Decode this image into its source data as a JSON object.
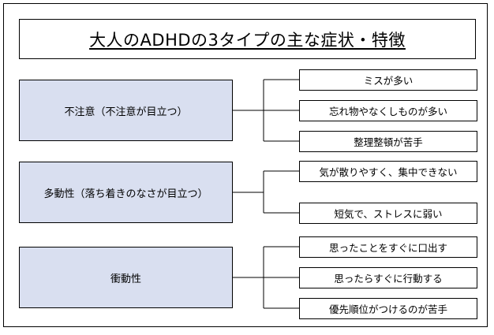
{
  "title": "大人のADHDの3タイプの主な症状・特徴",
  "colors": {
    "category_fill": "#d9dff0",
    "border": "#000000",
    "background": "#ffffff"
  },
  "categories": [
    {
      "label": "不注意（不注意が目立つ）",
      "items": [
        "ミスが多い",
        "忘れ物やなくしものが多い",
        "整理整頓が苦手"
      ]
    },
    {
      "label": "多動性（落ち着きのなさが目立つ）",
      "items": [
        "気が散りやすく、集中できない",
        "短気で、ストレスに弱い"
      ]
    },
    {
      "label": "衝動性",
      "items": [
        "思ったことをすぐに口出す",
        "思ったらすぐに行動する",
        "優先順位がつけるのが苦手"
      ]
    }
  ]
}
